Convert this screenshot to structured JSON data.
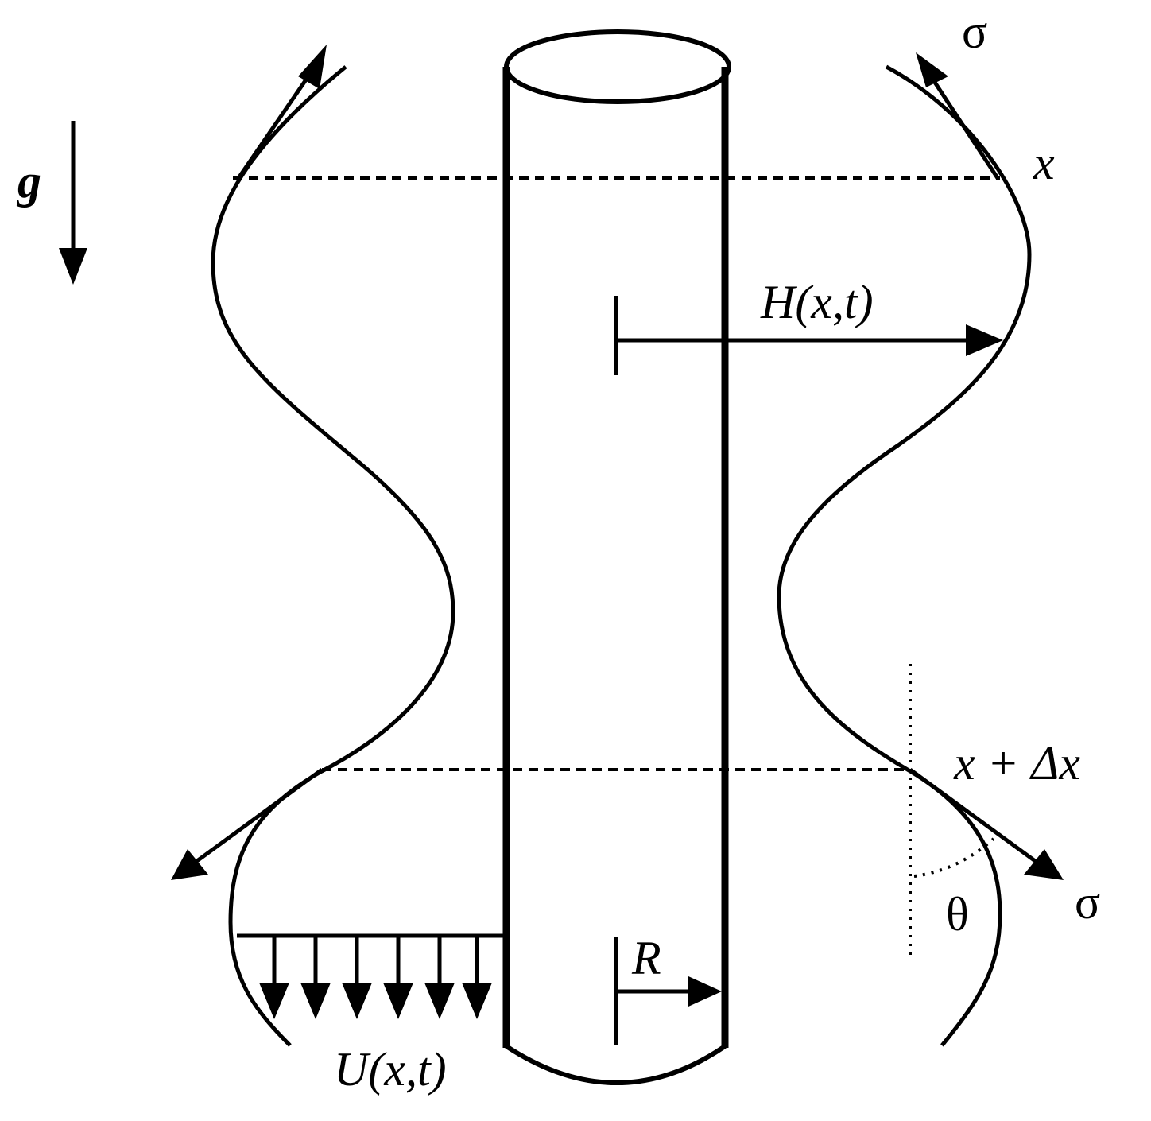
{
  "labels": {
    "gravity": "g",
    "sigma_top": "σ",
    "x_top": "x",
    "film_thickness": "H(x,t)",
    "x_plus_dx": "x + Δx",
    "sigma_bottom": "σ",
    "theta": "θ",
    "radius": "R",
    "velocity": "U(x,t)"
  },
  "colors": {
    "ink": "#000000",
    "background": "#ffffff"
  }
}
